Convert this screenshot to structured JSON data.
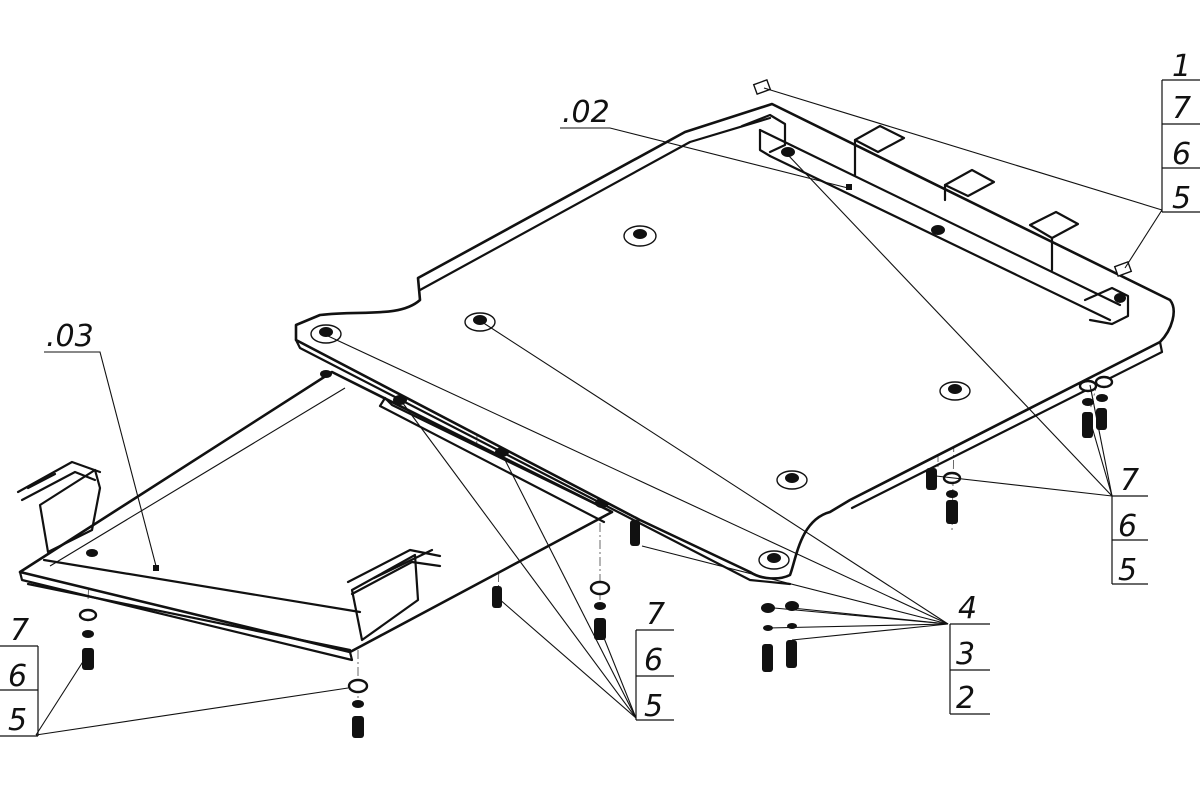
{
  "labels": {
    "part_02": ".02",
    "part_03": ".03",
    "stack_top_right": [
      "1",
      "7",
      "6",
      "5"
    ],
    "stack_mid_right": [
      "7",
      "6",
      "5"
    ],
    "stack_bottom_left": [
      "7",
      "6",
      "5"
    ],
    "stack_bottom_mid": [
      "7",
      "6",
      "5"
    ],
    "stack_bottom_right": [
      "4",
      "3",
      "2"
    ]
  },
  "colors": {
    "line": "#111111",
    "background": "#ffffff"
  }
}
